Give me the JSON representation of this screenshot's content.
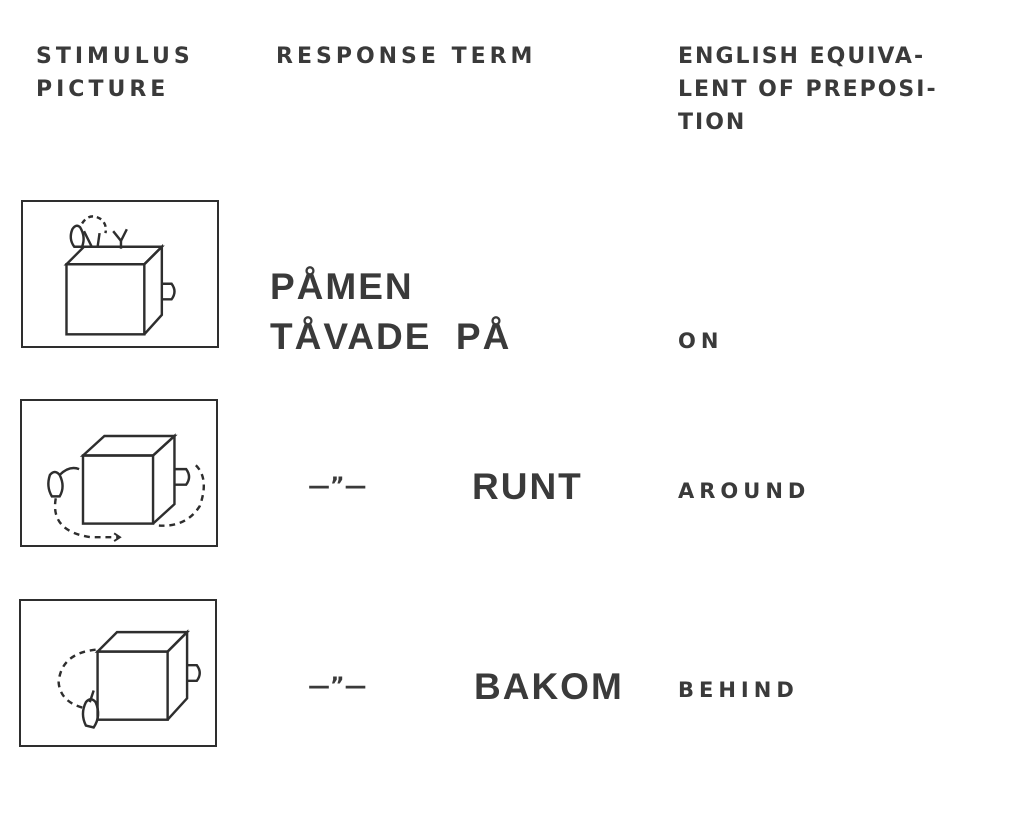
{
  "headers": {
    "stimulus": [
      "STIMULUS",
      "PICTURE"
    ],
    "response": "RESPONSE TERM",
    "english": [
      "ENGLISH EQUIVA-",
      "LENT OF PREPOSI-",
      "TION"
    ]
  },
  "rows": [
    {
      "picture": "hand-on-box-icon",
      "response_lines": [
        "PÅMEN",
        "TÅVADE  PÅ"
      ],
      "english": "ON"
    },
    {
      "picture": "hand-around-box-icon",
      "response_ditto": "—”—",
      "response_term": "RUNT",
      "english": "AROUND"
    },
    {
      "picture": "hand-behind-box-icon",
      "response_ditto": "—”—",
      "response_term": "BAKOM",
      "english": "BEHIND"
    }
  ]
}
